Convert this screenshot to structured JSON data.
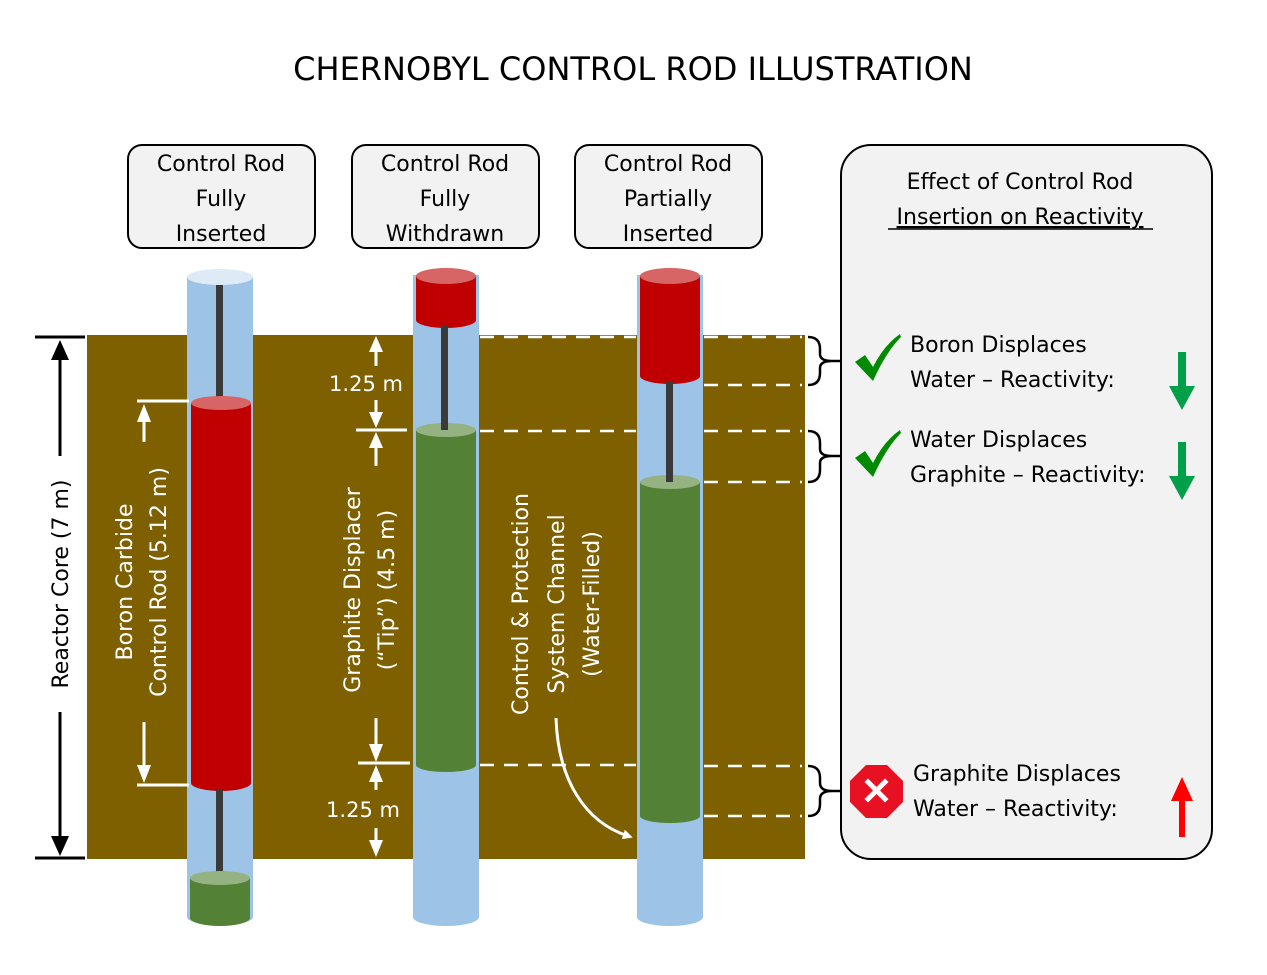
{
  "title": "CHERNOBYL CONTROL ROD ILLUSTRATION",
  "colors": {
    "core": "#7f6000",
    "water": "#9dc3e6",
    "water_top": "#deebf7",
    "boron": "#c00000",
    "boron_top": "#d86565",
    "graphite": "#538135",
    "graphite_top": "#95b382",
    "shaft": "#3a3a3a",
    "panel_bg": "#f2f2f2",
    "check": "#008a00",
    "down_arrow": "#00a04a",
    "up_arrow": "#ff0000",
    "stop": "#e81123"
  },
  "columns": [
    {
      "id": "fully-inserted",
      "label_lines": [
        "Control Rod",
        "Fully",
        "Inserted"
      ]
    },
    {
      "id": "fully-withdrawn",
      "label_lines": [
        "Control Rod",
        "Fully",
        "Withdrawn"
      ]
    },
    {
      "id": "partially-inserted",
      "label_lines": [
        "Control Rod",
        "Partially",
        "Inserted"
      ]
    }
  ],
  "labels": {
    "reactor_core": "Reactor Core (7 m)",
    "boron_rod_line1": "Boron Carbide",
    "boron_rod_line2": "Control Rod (5.12 m)",
    "graphite_line1": "Graphite Displacer",
    "graphite_line2": "(“Tip”) (4.5 m)",
    "channel_line1": "Control & Protection",
    "channel_line2": "System Channel",
    "channel_line3": "(Water-Filled)",
    "gap_top": "1.25 m",
    "gap_bottom": "1.25 m"
  },
  "panel": {
    "title_line1": "Effect of Control Rod",
    "title_line2": "Insertion on Reactivity",
    "effects": [
      {
        "icon": "checkmark",
        "line1": "Boron Displaces",
        "line2": "Water – Reactivity:",
        "direction": "down"
      },
      {
        "icon": "checkmark",
        "line1": "Water Displaces",
        "line2": "Graphite – Reactivity:",
        "direction": "down"
      },
      {
        "icon": "stop-x",
        "line1": "Graphite Displaces",
        "line2": "Water – Reactivity:",
        "direction": "up"
      }
    ]
  }
}
